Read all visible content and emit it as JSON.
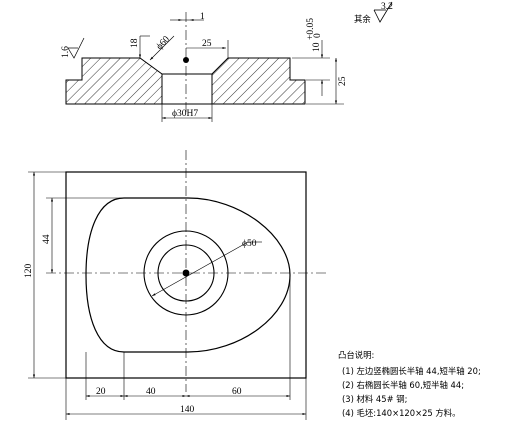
{
  "surface_note": {
    "label": "其余",
    "roughness": "3.2"
  },
  "section_view": {
    "dims": {
      "one": "1",
      "eighteen": "18",
      "phi60": "ϕ60",
      "twenty_five": "25",
      "tol_base": "10",
      "tol_upper": "+0.05",
      "tol_lower": "0",
      "twenty_five_right": "25",
      "bore": "ϕ30H7",
      "roughness": "1.6"
    }
  },
  "plan_view": {
    "dims": {
      "height": "120",
      "short_axis": "44",
      "circle": "ϕ50",
      "seg_20": "20",
      "seg_40": "40",
      "seg_60": "60",
      "width": "140"
    }
  },
  "notes": {
    "title": "凸台说明:",
    "items": [
      "(1) 左边竖椭圆长半轴 44,短半轴 20;",
      "(2) 右椭圆长半轴 60,短半轴 44;",
      "(3) 材料 45# 钢;",
      "(4) 毛坯:140×120×25 方料。"
    ]
  }
}
